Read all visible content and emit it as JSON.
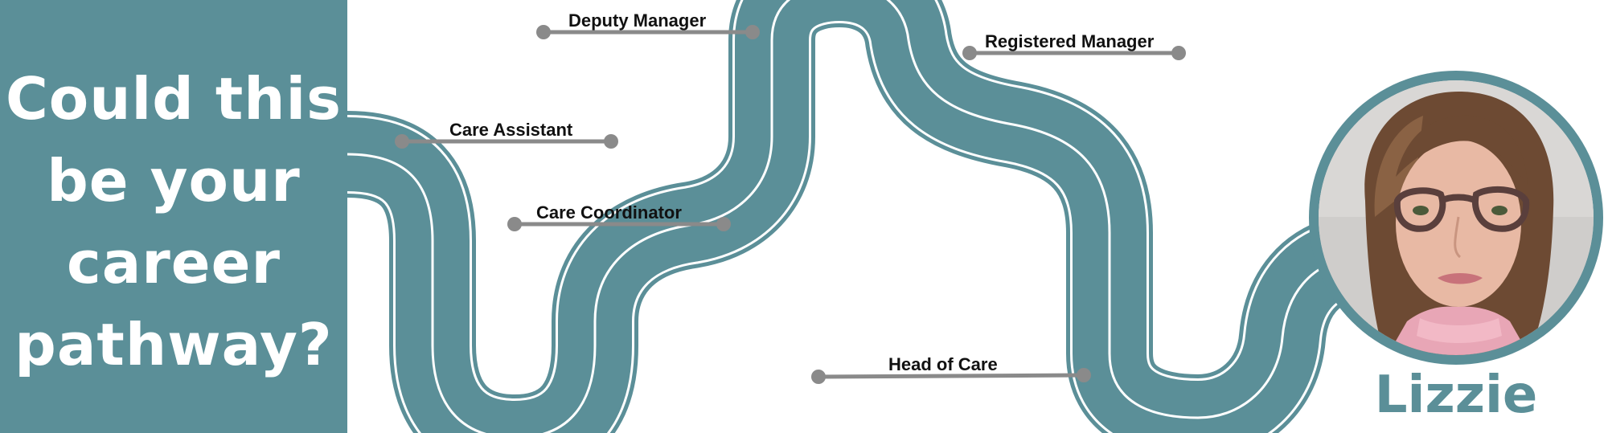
{
  "headline": {
    "lines": [
      "Could this",
      "be your",
      "career",
      "pathway?"
    ]
  },
  "stages": [
    {
      "label": "Care Assistant"
    },
    {
      "label": "Care Coordinator"
    },
    {
      "label": "Deputy Manager"
    },
    {
      "label": "Registered Manager"
    },
    {
      "label": "Head of Care"
    }
  ],
  "profile": {
    "name": "Lizzie"
  },
  "colors": {
    "brand_teal": "#5b8f98",
    "connector_grey": "#8a8a8a",
    "text_white": "#ffffff",
    "label_text": "#111111"
  },
  "icons": {
    "road": "winding-road-icon",
    "photo": "person-portrait"
  }
}
